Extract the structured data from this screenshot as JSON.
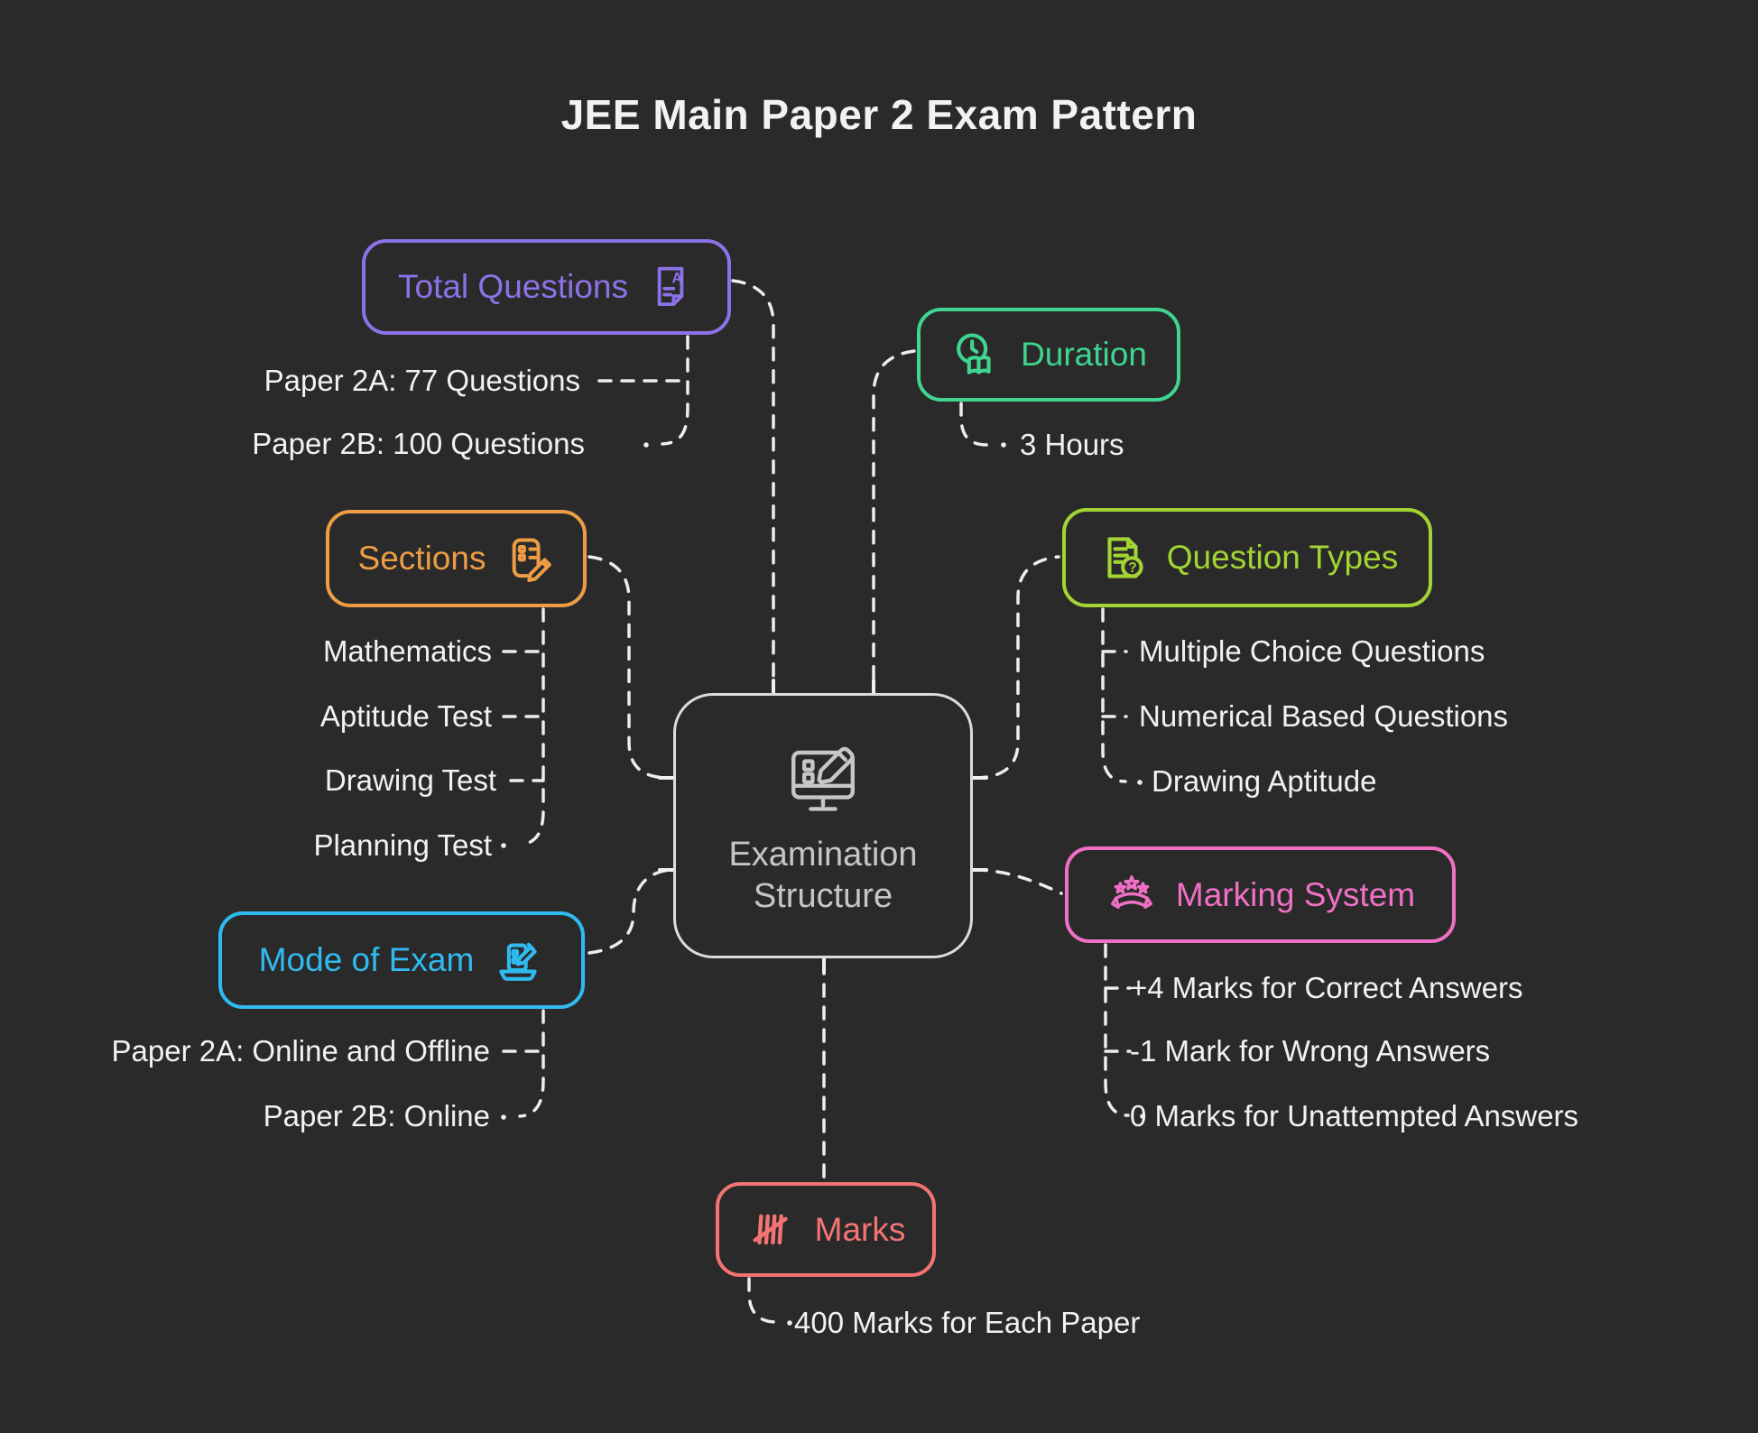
{
  "title": "JEE Main Paper 2 Exam Pattern",
  "center": {
    "label_line1": "Examination",
    "label_line2": "Structure",
    "icon": "monitor-pencil-icon"
  },
  "branches": {
    "total_questions": {
      "label": "Total Questions",
      "color": "#8c72e8",
      "icon": "document-a-icon",
      "items": [
        "Paper 2A: 77 Questions",
        "Paper 2B: 100 Questions"
      ]
    },
    "duration": {
      "label": "Duration",
      "color": "#3fd58f",
      "icon": "clock-book-icon",
      "items": [
        "3 Hours"
      ]
    },
    "sections": {
      "label": "Sections",
      "color": "#ee9d45",
      "icon": "checklist-pencil-icon",
      "items": [
        "Mathematics",
        "Aptitude Test",
        "Drawing Test",
        "Planning Test"
      ]
    },
    "question_types": {
      "label": "Question Types",
      "color": "#a2d533",
      "icon": "document-question-icon",
      "items": [
        "Multiple Choice Questions",
        "Numerical Based Questions",
        "Drawing Aptitude"
      ]
    },
    "mode_of_exam": {
      "label": "Mode of Exam",
      "color": "#30bbf0",
      "icon": "laptop-pencil-icon",
      "items": [
        "Paper 2A: Online and Offline",
        "Paper 2B: Online"
      ]
    },
    "marking_system": {
      "label": "Marking System",
      "color": "#f070c5",
      "icon": "stars-ribbon-icon",
      "items": [
        "+4 Marks for Correct Answers",
        "-1 Mark for Wrong Answers",
        "0 Marks for Unattempted Answers"
      ]
    },
    "marks": {
      "label": "Marks",
      "color": "#f47373",
      "icon": "tally-marks-icon",
      "items": [
        "400 Marks for Each Paper"
      ]
    }
  },
  "colors": {
    "background": "#2a2a2a",
    "text": "#f2f2f2",
    "connector": "#ededed",
    "center_border": "#dcdcdc",
    "center_text": "#c6c6c6"
  }
}
